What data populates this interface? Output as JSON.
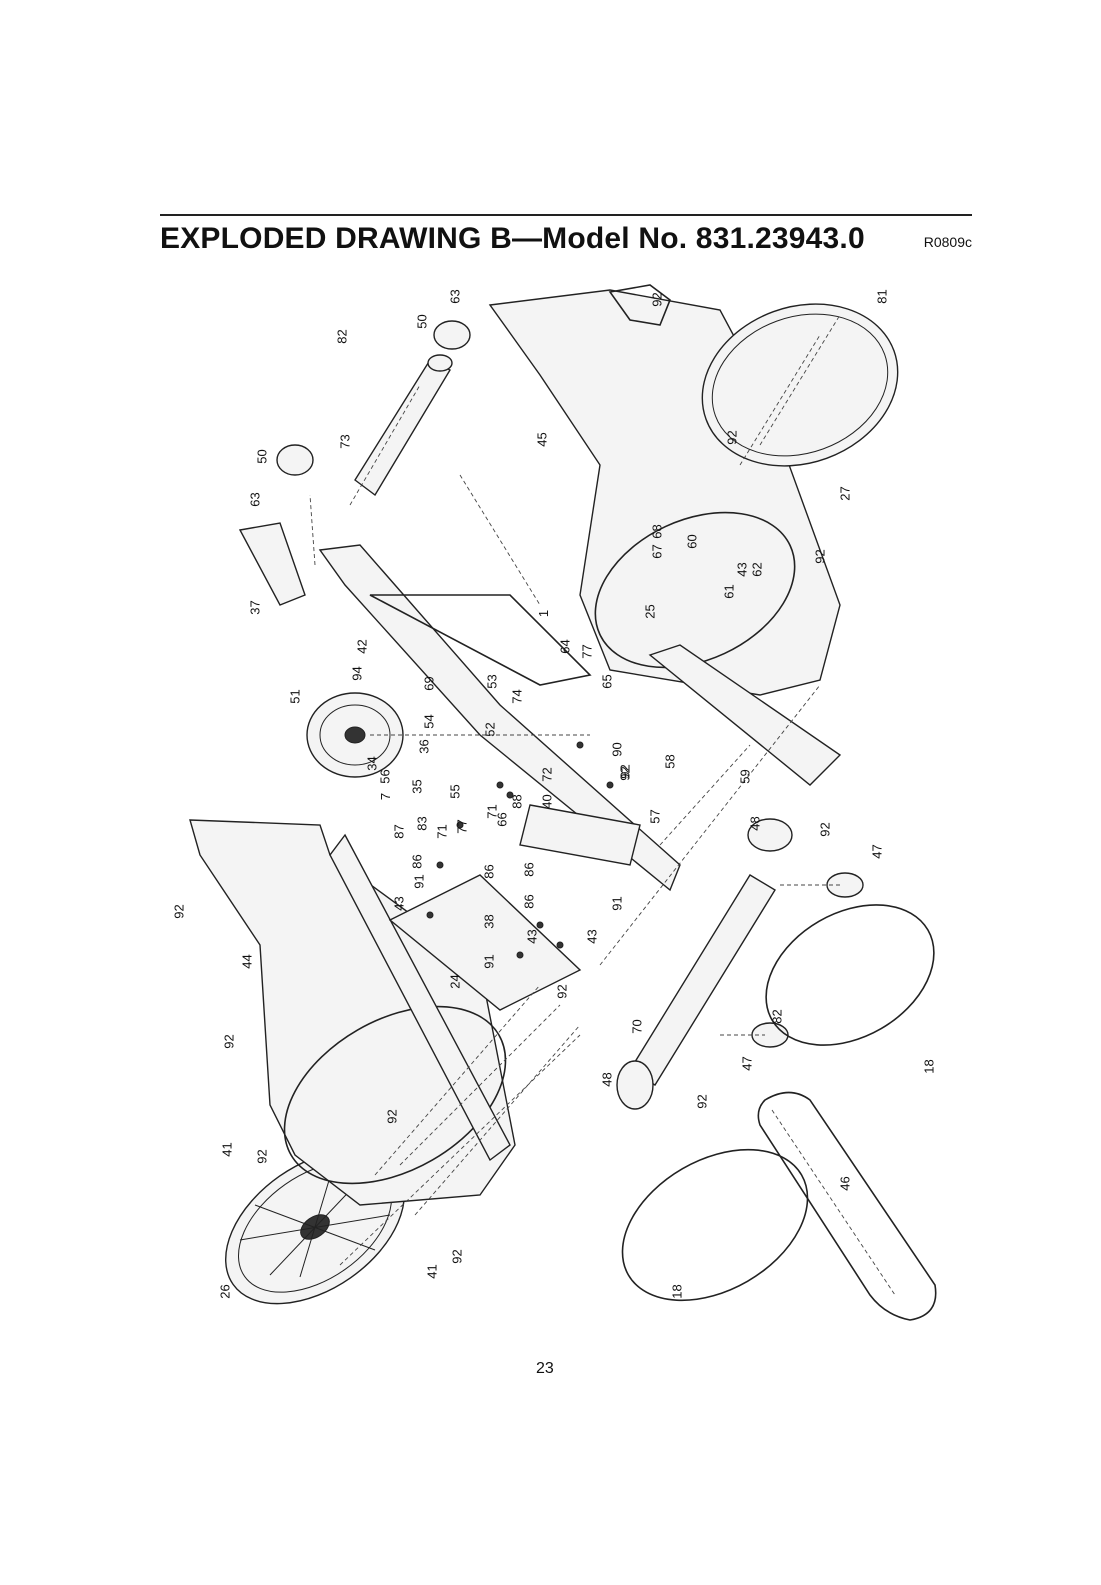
{
  "header": {
    "title": "EXPLODED DRAWING B—Model No. 831.23943.0",
    "code": "R0809c"
  },
  "page_number": "23",
  "callouts": [
    "63",
    "50",
    "82",
    "73",
    "50",
    "63",
    "37",
    "42",
    "94",
    "51",
    "69",
    "53",
    "54",
    "36",
    "52",
    "34",
    "74",
    "56",
    "7",
    "35",
    "55",
    "87",
    "83",
    "43",
    "71",
    "77",
    "66",
    "88",
    "72",
    "40",
    "71",
    "86",
    "91",
    "86",
    "43",
    "38",
    "24",
    "91",
    "86",
    "86",
    "91",
    "43",
    "92",
    "44",
    "92",
    "92",
    "92",
    "41",
    "92",
    "41",
    "26",
    "45",
    "92",
    "92",
    "68",
    "67",
    "60",
    "61",
    "43",
    "62",
    "25",
    "92",
    "64",
    "77",
    "65",
    "1",
    "90",
    "92",
    "58",
    "57",
    "59",
    "48",
    "92",
    "47",
    "70",
    "82",
    "48",
    "92",
    "47",
    "18",
    "46",
    "18",
    "81",
    "27",
    "92",
    "92"
  ]
}
